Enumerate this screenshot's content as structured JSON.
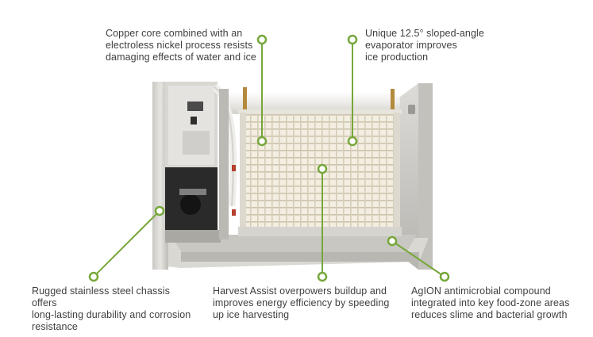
{
  "callouts": {
    "copper_core": "Copper core combined with an\nelectroless nickel process resists\ndamaging effects of water and ice",
    "sloped_evaporator": "Unique 12.5° sloped-angle\nevaporator improves\nice production",
    "stainless_chassis": "Rugged stainless steel chassis offers\nlong-lasting durability and corrosion\nresistance",
    "harvest_assist": "Harvest Assist overpowers buildup and\nimproves energy efficiency by speeding\nup ice harvesting",
    "agion": "AgION antimicrobial compound\nintegrated into key food-zone areas\nreduces slime and bacterial growth"
  },
  "colors": {
    "accent_green": "#76a73a",
    "steel_light": "#e2e1dd",
    "steel_dark": "#a9a8a3",
    "grid_cream": "#f1ebdd",
    "grid_line": "#cfc6b1"
  }
}
